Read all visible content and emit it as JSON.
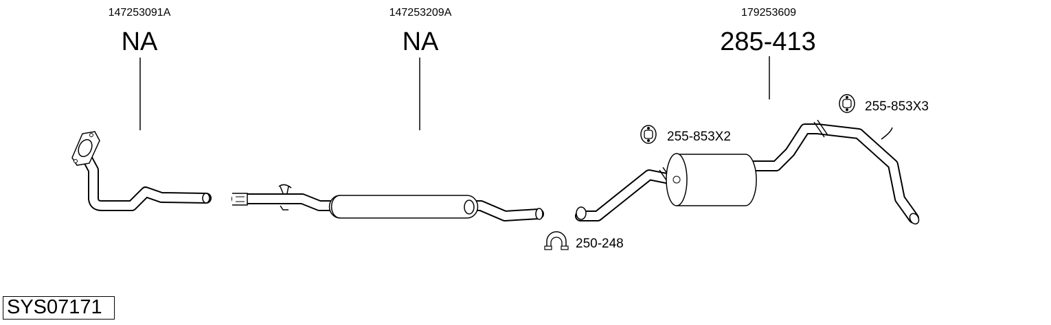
{
  "system_code": "SYS07171",
  "parts": [
    {
      "oem": "147253091A",
      "ref": "NA"
    },
    {
      "oem": "147253209A",
      "ref": "NA"
    },
    {
      "oem": "179253609",
      "ref": "285-413"
    }
  ],
  "accessories": [
    {
      "ref": "255-853X2",
      "icon": "rubber-hanger-icon"
    },
    {
      "ref": "255-853X3",
      "icon": "rubber-hanger-icon"
    },
    {
      "ref": "250-248",
      "icon": "pipe-clamp-icon"
    }
  ]
}
